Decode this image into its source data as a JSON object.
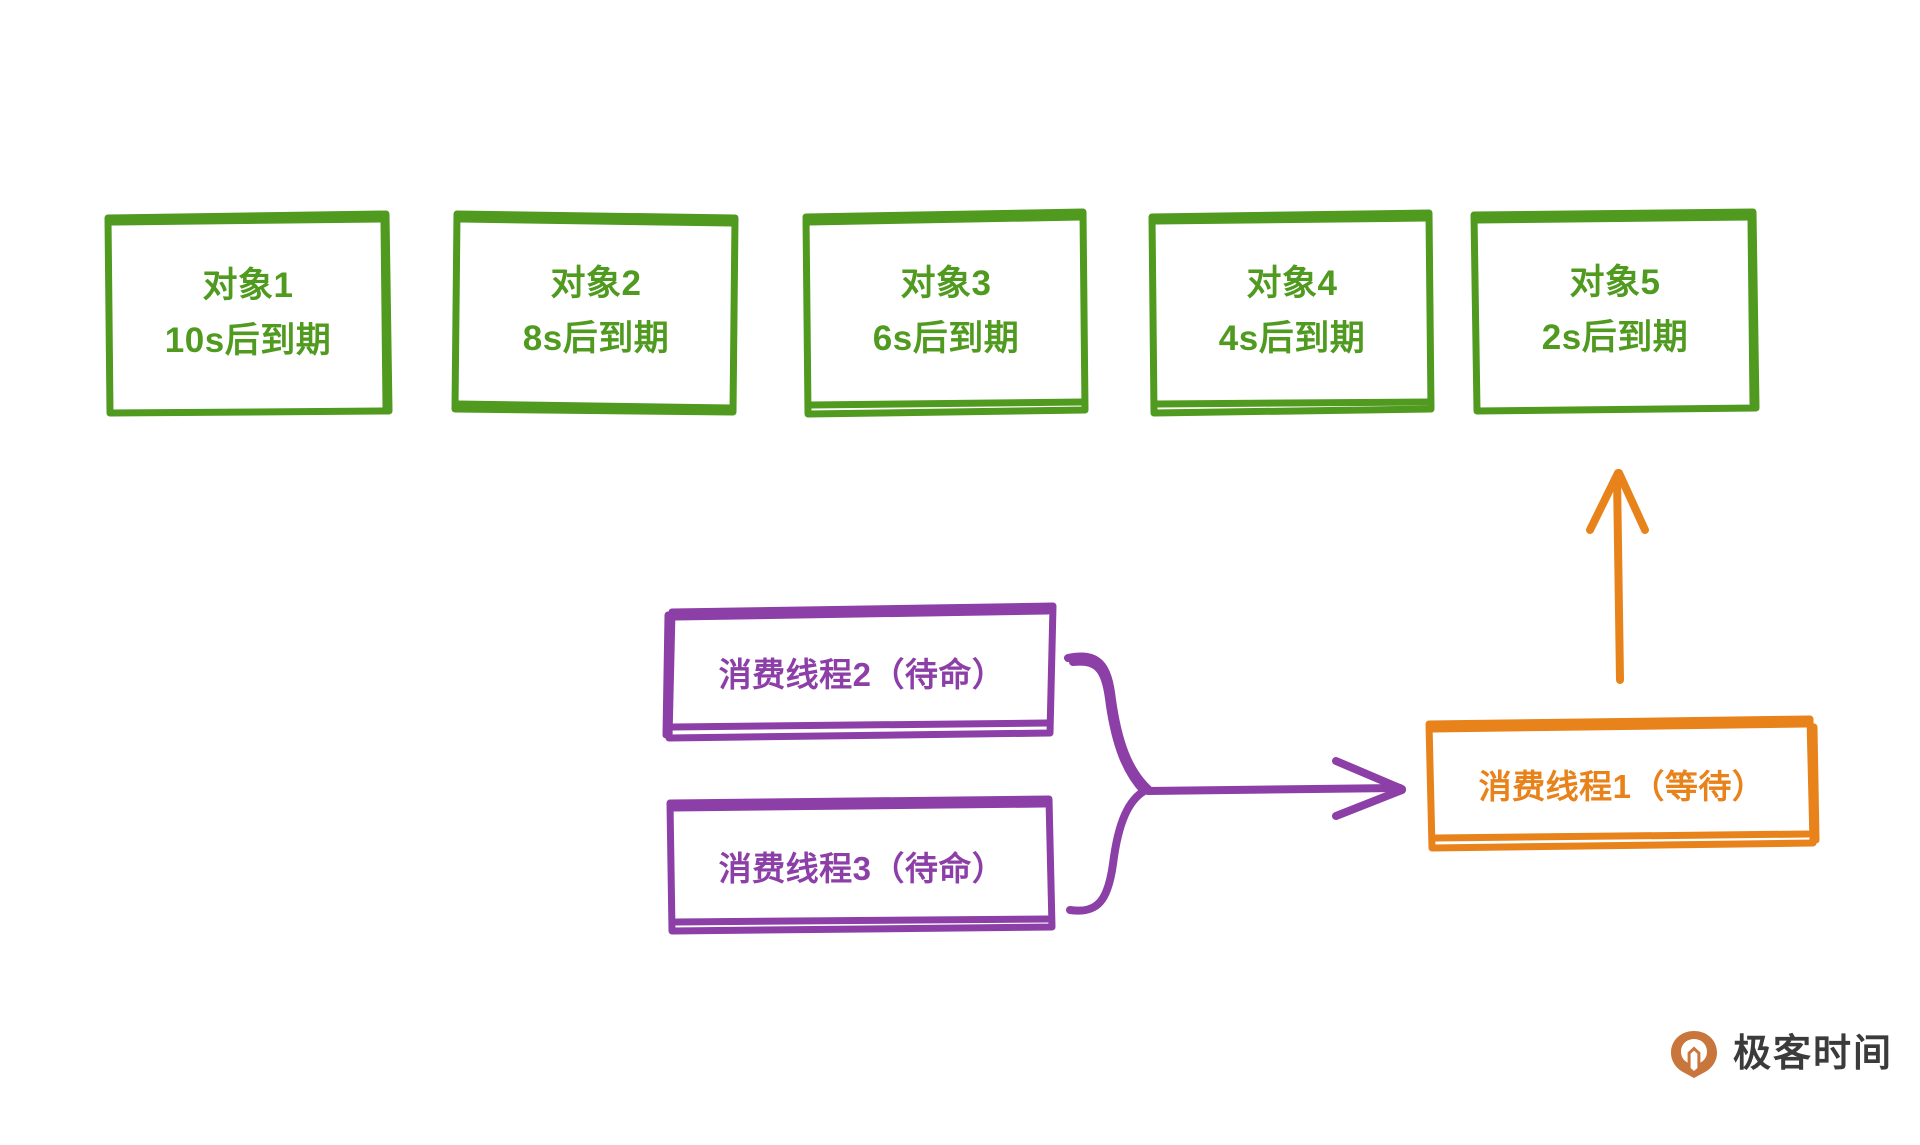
{
  "diagram": {
    "title": "DelayQueue consumer threads diagram",
    "colors": {
      "green": "#4f9a1f",
      "purple": "#8c3fa6",
      "orange": "#e8821a",
      "background": "#ffffff",
      "logo_text": "#3b3b3b",
      "logo_mark": "#c8763c"
    },
    "objects": [
      {
        "name": "对象1",
        "expiry": "10s后到期"
      },
      {
        "name": "对象2",
        "expiry": "8s后到期"
      },
      {
        "name": "对象3",
        "expiry": "6s后到期"
      },
      {
        "name": "对象4",
        "expiry": "4s后到期"
      },
      {
        "name": "对象5",
        "expiry": "2s后到期"
      }
    ],
    "waiting_threads": [
      {
        "label": "消费线程2（待命）"
      },
      {
        "label": "消费线程3（待命）"
      }
    ],
    "active_thread": {
      "label": "消费线程1（等待）"
    },
    "connectors": [
      {
        "name": "brace-to-active-thread",
        "kind": "curly-brace-arrow",
        "color": "#8c3fa6"
      },
      {
        "name": "active-thread-to-object5",
        "kind": "up-arrow",
        "color": "#e8821a"
      }
    ]
  },
  "logo": {
    "text": "极客时间",
    "mark": "geektime-mark-icon"
  }
}
